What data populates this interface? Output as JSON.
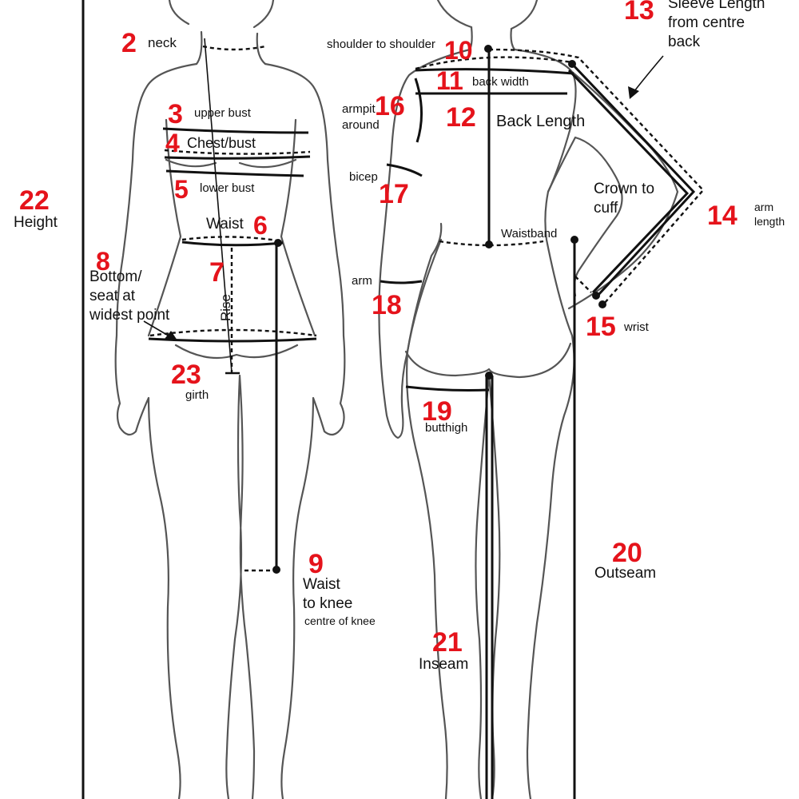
{
  "colors": {
    "number": "#e5131b",
    "label": "#111111",
    "outline": "#555555"
  },
  "measurements": [
    {
      "id": "m2",
      "num": "2",
      "label": "neck"
    },
    {
      "id": "m3",
      "num": "3",
      "label": "upper bust"
    },
    {
      "id": "m4",
      "num": "4",
      "label": "Chest/bust"
    },
    {
      "id": "m5",
      "num": "5",
      "label": "lower bust"
    },
    {
      "id": "m6",
      "num": "6",
      "label": "Waist"
    },
    {
      "id": "m7",
      "num": "7",
      "label": "Rise"
    },
    {
      "id": "m8",
      "num": "8",
      "label_lines": [
        "Bottom/",
        "seat at",
        "widest point"
      ]
    },
    {
      "id": "m9",
      "num": "9",
      "label_lines": [
        "Waist",
        "to knee",
        "centre of knee"
      ]
    },
    {
      "id": "m10",
      "num": "10",
      "label": "shoulder to shoulder"
    },
    {
      "id": "m11",
      "num": "11",
      "label": "back width"
    },
    {
      "id": "m12",
      "num": "12",
      "label": "Back Length"
    },
    {
      "id": "m13",
      "num": "13",
      "label_lines": [
        "Sleeve Length",
        "from centre",
        "back"
      ]
    },
    {
      "id": "m14",
      "num": "14",
      "label_lines": [
        "arm",
        "length"
      ]
    },
    {
      "id": "m15",
      "num": "15",
      "label": "wrist"
    },
    {
      "id": "m16",
      "num": "16",
      "label_lines": [
        "armpit",
        "around"
      ]
    },
    {
      "id": "m17",
      "num": "17",
      "label": "bicep"
    },
    {
      "id": "m18",
      "num": "18",
      "label": "arm"
    },
    {
      "id": "m19",
      "num": "19",
      "label": "butthigh"
    },
    {
      "id": "m20",
      "num": "20",
      "label": "Outseam"
    },
    {
      "id": "m21",
      "num": "21",
      "label": "Inseam"
    },
    {
      "id": "m22",
      "num": "22",
      "label": "Height"
    },
    {
      "id": "m23",
      "num": "23",
      "label": "girth"
    }
  ],
  "extra_labels": {
    "crown_to_cuff": [
      "Crown to",
      "cuff"
    ],
    "waistband": "Waistband"
  }
}
